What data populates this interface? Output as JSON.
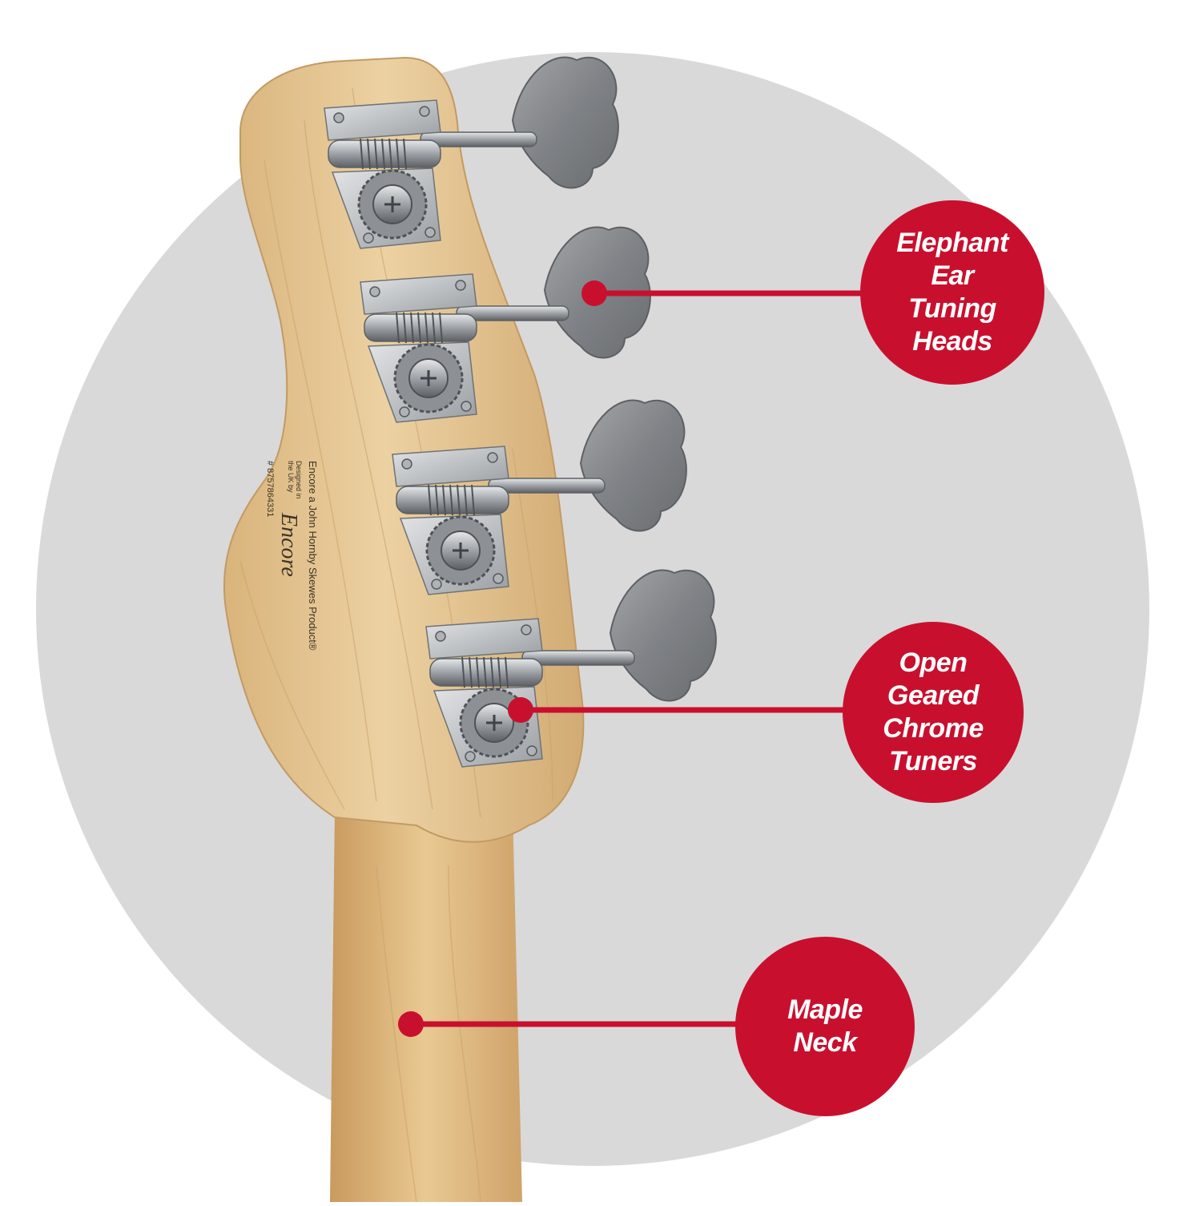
{
  "colors": {
    "background": "#ffffff",
    "backdrop_circle": "#d9d9d9",
    "accent_red": "#c8102e",
    "maple_wood": "#e6c795",
    "maple_wood_dark": "#c9a06a",
    "chrome": "#b9bcbf",
    "chrome_dark": "#6e7276",
    "decal": "#3b3326"
  },
  "headstock_decal": {
    "line1": "Encore a John Hornby Skewes Product®",
    "line2": "Designed in",
    "line3": "the UK by",
    "brand": "Encore",
    "serial": "# 8757864331"
  },
  "callouts": [
    {
      "id": "elephant-ear-tuning-heads",
      "lines": [
        "Elephant",
        "Ear",
        "Tuning",
        "Heads"
      ]
    },
    {
      "id": "open-geared-chrome-tuners",
      "lines": [
        "Open",
        "Geared",
        "Chrome",
        "Tuners"
      ]
    },
    {
      "id": "maple-neck",
      "lines": [
        "Maple",
        "Neck"
      ]
    }
  ]
}
